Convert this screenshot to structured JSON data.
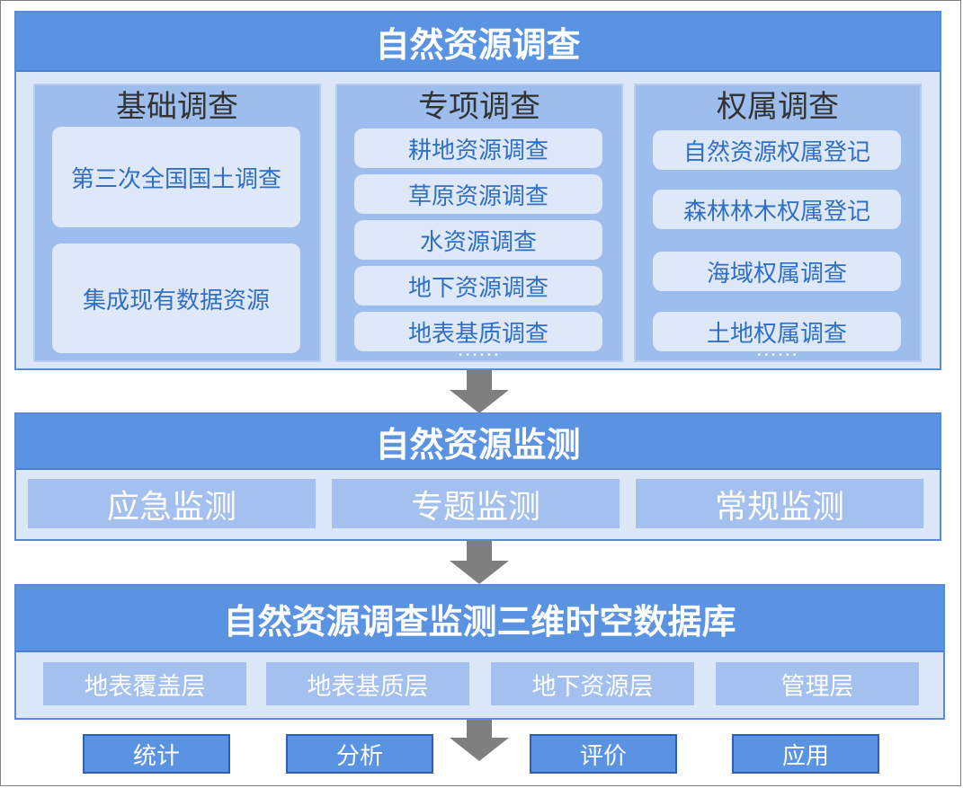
{
  "survey": {
    "title": "自然资源调查",
    "basic": {
      "title": "基础调查",
      "items": [
        "第三次全国国土调查",
        "集成现有数据资源"
      ]
    },
    "special": {
      "title": "专项调查",
      "items": [
        "耕地资源调查",
        "草原资源调查",
        "水资源调查",
        "地下资源调查",
        "地表基质调查"
      ],
      "more": "••••••"
    },
    "ownership": {
      "title": "权属调查",
      "items": [
        "自然资源权属登记",
        "森林林木权属登记",
        "海域权属调查",
        "土地权属调查"
      ],
      "more": "••••••"
    }
  },
  "monitoring": {
    "title": "自然资源监测",
    "items": [
      "应急监测",
      "专题监测",
      "常规监测"
    ]
  },
  "database": {
    "title": "自然资源调查监测三维时空数据库",
    "layers": [
      "地表覆盖层",
      "地表基质层",
      "地下资源层",
      "管理层"
    ]
  },
  "outputs": [
    "统计",
    "分析",
    "评价",
    "应用"
  ],
  "colors": {
    "header": "#5b93e3",
    "panel": "#dbe6f7",
    "column": "#9dbdec",
    "card": "#dfe8f8",
    "card_text": "#2f6fc4",
    "arrow": "#7f7f7f"
  }
}
